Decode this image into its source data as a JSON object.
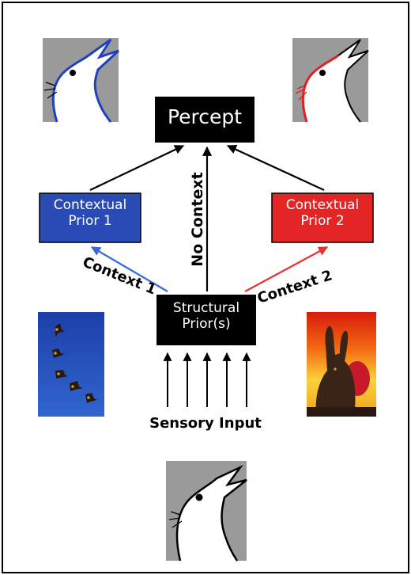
{
  "diagram": {
    "nodes": {
      "percept": {
        "label": "Percept"
      },
      "contextual_prior_1": {
        "label": "Contextual Prior 1"
      },
      "contextual_prior_2": {
        "label": "Contextual Prior 2"
      },
      "structural_prior": {
        "label": "Structural Prior(s)"
      }
    },
    "edges": {
      "no_context": {
        "label": "No Context"
      },
      "context_1": {
        "label": "Context 1"
      },
      "context_2": {
        "label": "Context 2"
      },
      "sensory_input": {
        "label": "Sensory Input"
      }
    },
    "colors": {
      "prior_1_fill": "#2a4bb5",
      "prior_2_fill": "#e42525",
      "context_1_arrow": "#3a6ad8",
      "context_2_arrow": "#e83030",
      "neutral_box": "#000000",
      "thumbnail_gray": "#999999"
    },
    "images": {
      "top_left": "duck-rabbit drawing, blue outline (duck reading)",
      "top_right": "duck-rabbit drawing, red outline (rabbit reading)",
      "left": "flying ducks on blue sky",
      "right": "chocolate easter bunny on fiery background",
      "bottom": "duck-rabbit drawing, black outline (ambiguous)"
    }
  }
}
